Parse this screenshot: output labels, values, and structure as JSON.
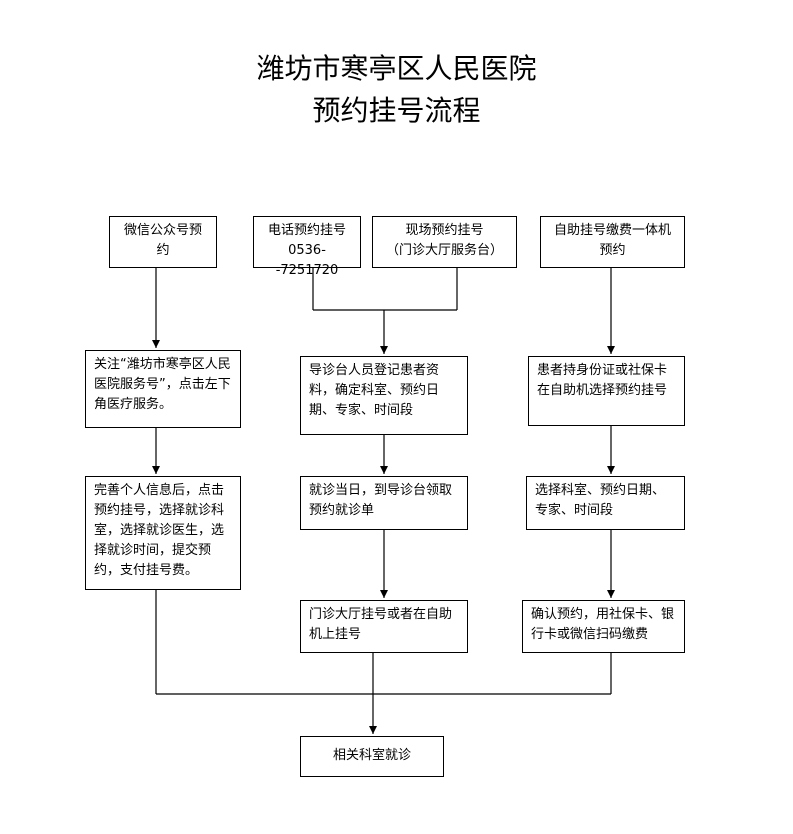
{
  "title": {
    "line1": "潍坊市寒亭区人民医院",
    "line2": "预约挂号流程"
  },
  "columns": {
    "wechat": {
      "entry": "微信公众号预约",
      "step1": "关注“潍坊市寒亭区人民医院服务号”，点击左下角医疗服务。",
      "step2": "完善个人信息后，点击预约挂号，选择就诊科室，选择就诊医生，选择就诊时间，提交预约，支付挂号费。"
    },
    "phone": {
      "label": "电话预约挂号",
      "number": "0536--7251720"
    },
    "onsite": {
      "label": "现场预约挂号",
      "note": "（门诊大厅服务台）"
    },
    "desk": {
      "step1": "导诊台人员登记患者资料，确定科室、预约日期、专家、时间段",
      "step2": "就诊当日，到导诊台领取预约就诊单",
      "step3": "门诊大厅挂号或者在自助机上挂号"
    },
    "kiosk": {
      "entry": "自助挂号缴费一体机预约",
      "step1": "患者持身份证或社保卡在自助机选择预约挂号",
      "step2": "选择科室、预约日期、专家、时间段",
      "step3": "确认预约，用社保卡、银行卡或微信扫码缴费"
    }
  },
  "final": "相关科室就诊"
}
